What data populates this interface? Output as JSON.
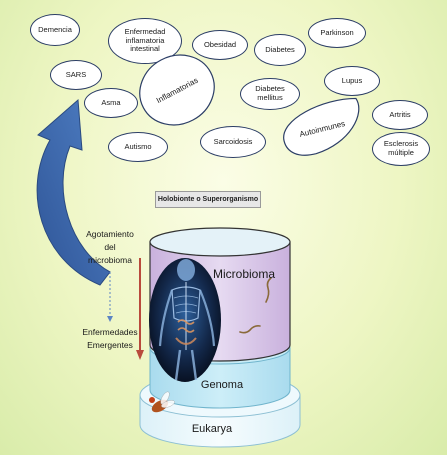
{
  "conditions": {
    "demencia": "Demencia",
    "eii_l1": "Enfermedad",
    "eii_l2": "inflamatoria",
    "eii_l3": "intestinal",
    "obesidad": "Obesidad",
    "diabetes": "Diabetes",
    "parkinson": "Parkinson",
    "sars": "SARS",
    "asma": "Asma",
    "inflamatorias": "Inflamatorias",
    "dm_l1": "Diabetes",
    "dm_l2": "mellitus",
    "lupus": "Lupus",
    "artritis": "Artritis",
    "autismo": "Autismo",
    "sarcoidosis": "Sarcoidosis",
    "autoinmunes": "Autoinmunes",
    "em_l1": "Esclerosis",
    "em_l2": "múltiple"
  },
  "diagram": {
    "title": "Holobionte o Superorganismo",
    "layer_microbioma": "Microbioma",
    "layer_genoma": "Genoma",
    "layer_eukarya": "Eukarya",
    "left_top_l1": "Agotamiento",
    "left_top_l2": "del",
    "left_top_l3": "microbioma",
    "left_bottom_l1": "Enfermedades",
    "left_bottom_l2": "Emergentes"
  },
  "colors": {
    "microbioma_layer": "#d8c6e8",
    "genoma_layer": "#c2e6f3",
    "eukarya_layer": "#eef9fd",
    "arrow_blue": "#3f66a6",
    "arrow_red": "#b94a3c"
  }
}
